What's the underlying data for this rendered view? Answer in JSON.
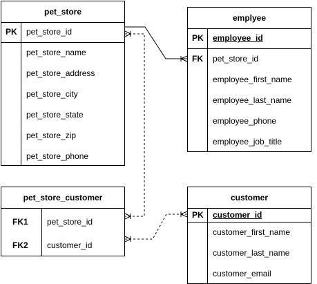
{
  "tables": {
    "pet_store": {
      "title": "pet_store",
      "pk_label": "PK",
      "pk_field": "pet_store_id",
      "fields": [
        "pet_store_name",
        "pet_store_address",
        "pet_store_city",
        "pet_store_state",
        "pet_store_zip",
        "pet_store_phone"
      ]
    },
    "emplyee": {
      "title": "emplyee",
      "pk_label": "PK",
      "pk_field": "employee_id",
      "fk_label": "FK",
      "fields": [
        "pet_store_id",
        "employee_first_name",
        "employee_last_name",
        "employee_phone",
        "employee_job_title"
      ]
    },
    "pet_store_customer": {
      "title": "pet_store_customer",
      "fk1_label": "FK1",
      "fk1_field": "pet_store_id",
      "fk2_label": "FK2",
      "fk2_field": "customer_id"
    },
    "customer": {
      "title": "customer",
      "pk_label": "PK",
      "pk_field": "customer_id",
      "fields": [
        "customer_first_name",
        "customer_last_name",
        "customer_email"
      ]
    }
  }
}
